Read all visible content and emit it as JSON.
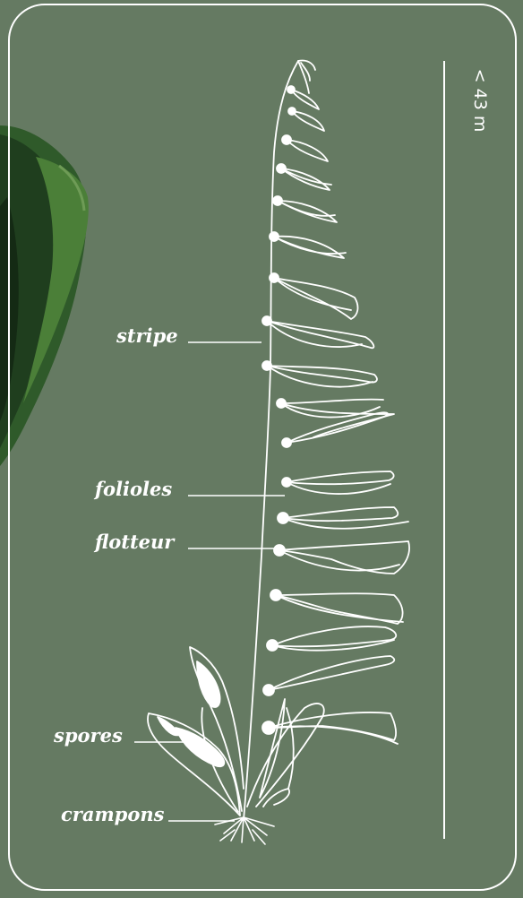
{
  "labels": {
    "stripe": "stripe",
    "folioles": "folioles",
    "flotteur": "flotteur",
    "spores": "spores",
    "crampons": "crampons"
  },
  "scale": {
    "text": "< 43 m"
  },
  "colors": {
    "background": "#657a62",
    "line": "#ffffff",
    "kelp_dark": "#1f3a1c",
    "kelp_light": "#4f8a3c"
  }
}
